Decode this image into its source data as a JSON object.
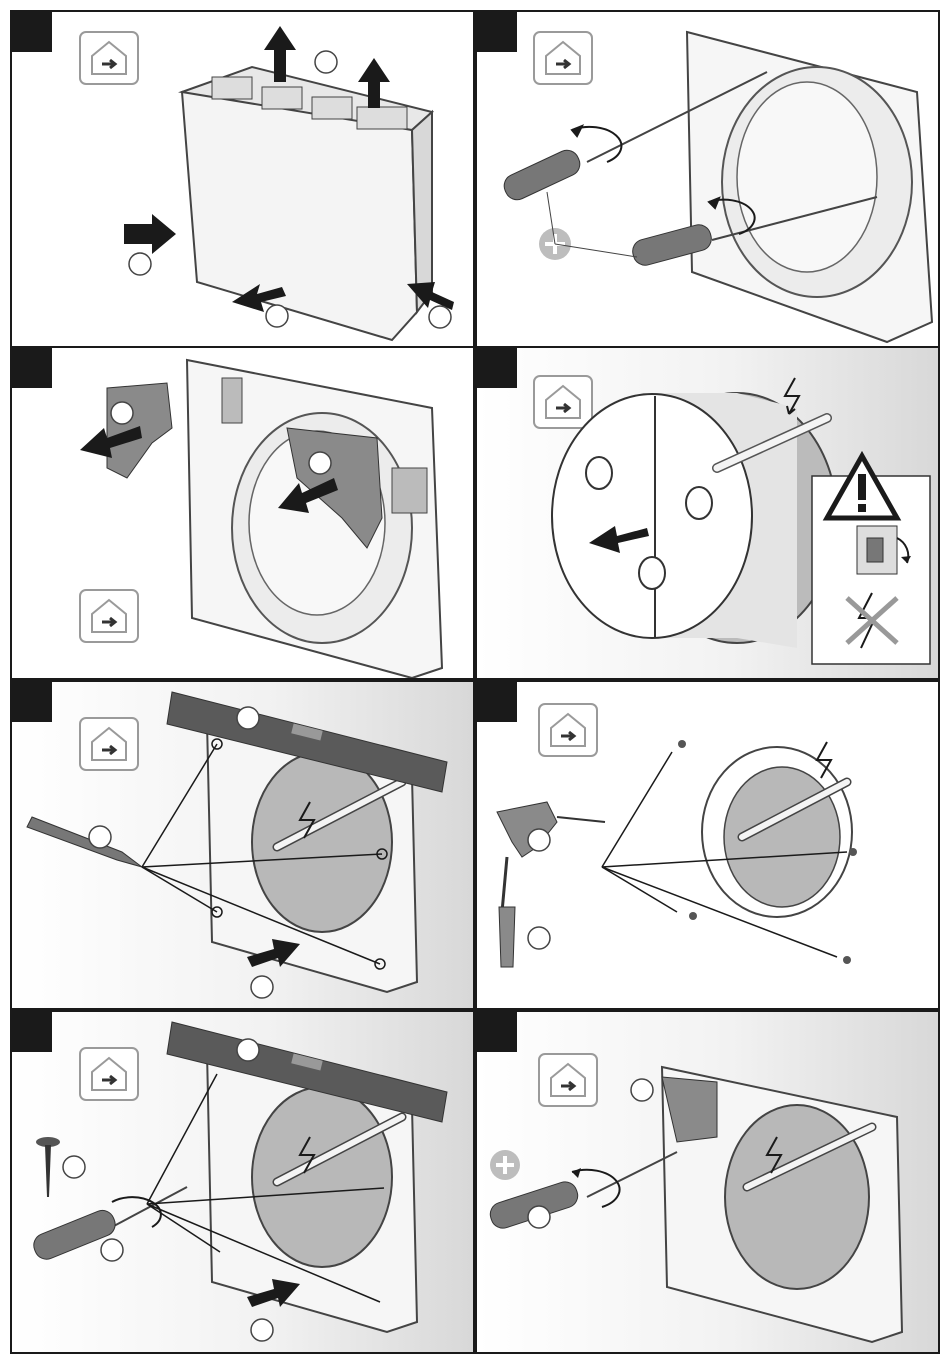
{
  "document": {
    "pages": 1,
    "panels": [
      {
        "id": 1,
        "shaded": false,
        "icon": "indoor-house-icon"
      },
      {
        "id": 2,
        "shaded": false,
        "icon": "indoor-house-icon"
      },
      {
        "id": 3,
        "shaded": false,
        "icon": "indoor-house-icon"
      },
      {
        "id": 4,
        "shaded": true,
        "icon": "indoor-house-icon"
      },
      {
        "id": 5,
        "shaded": true,
        "icon": "indoor-house-icon"
      },
      {
        "id": 6,
        "shaded": false,
        "icon": "indoor-house-icon"
      },
      {
        "id": 7,
        "shaded": true,
        "icon": "indoor-house-icon"
      },
      {
        "id": 8,
        "shaded": true,
        "icon": "indoor-house-icon"
      }
    ],
    "colors": {
      "frame": "#1a1a1a",
      "step_box": "#1a1a1a",
      "icon_border": "#9a9a9a",
      "device": "#f4f4f4",
      "device_outline": "#444444",
      "arrow": "#1a1a1a",
      "grey_part": "#8a8a8a",
      "phillips": "#bdbdbd",
      "warning": "#ffffff"
    }
  }
}
